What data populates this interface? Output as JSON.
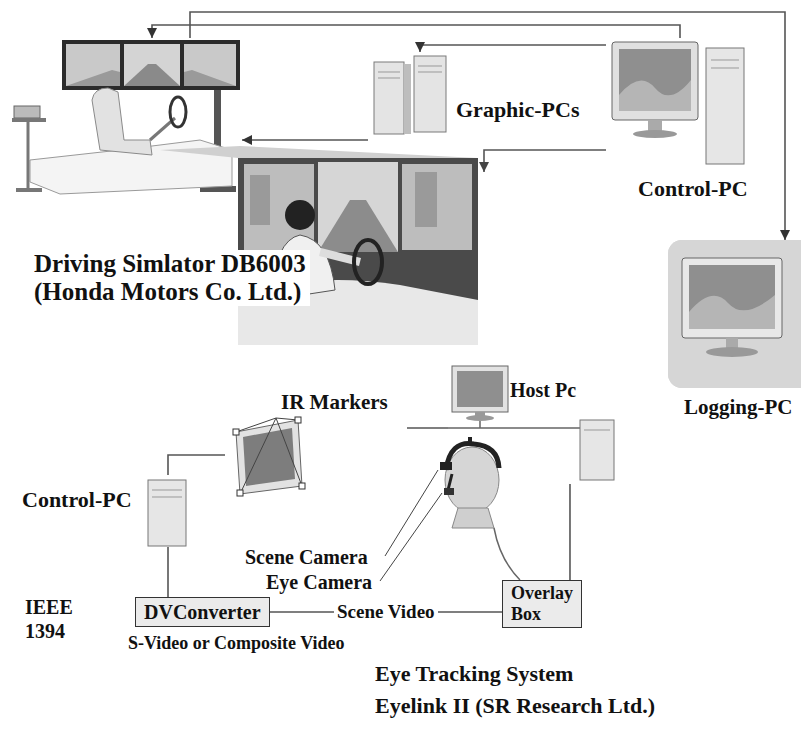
{
  "diagram": {
    "nodes": [
      {
        "text": [
          "Driving Simlator DB6003 (Honda Motors Co. Ltd.)"
        ]
      },
      {
        "text": [
          "Graphic-PCs"
        ]
      },
      {
        "text": [
          "Control-PC"
        ]
      },
      {
        "text": [
          "Logging-PC"
        ]
      },
      {
        "text": [
          "IR Markers"
        ]
      },
      {
        "text": [
          "Host Pc"
        ]
      },
      {
        "text": [
          "Control-PC"
        ]
      },
      {
        "text": [
          "DVConverter"
        ]
      },
      {
        "text": [
          "Overlay Box"
        ]
      }
    ],
    "edges": [
      {
        "from": 2,
        "to": 1,
        "arrow": "to"
      },
      {
        "from": 1,
        "to": 0,
        "arrow": "to"
      },
      {
        "from": 2,
        "to": 0,
        "arrow": "to"
      },
      {
        "from": 0,
        "to": 3,
        "arrow": "to"
      },
      {
        "from": 6,
        "to": 4,
        "arrow": "none"
      },
      {
        "from": 4,
        "to": 5,
        "arrow": "none"
      },
      {
        "from": 5,
        "to": 8,
        "arrow": "none"
      },
      {
        "from": 6,
        "to": 7,
        "arrow": "none"
      },
      {
        "from": 7,
        "to": 8,
        "arrow": "none",
        "label": "Scene Video"
      }
    ],
    "labels": [
      "Scene Camera",
      "Eye Camera",
      "IEEE 1394",
      "S-Video or Composite Video",
      "Eye Tracking System Eyelink II (SR Research Ltd.)"
    ]
  }
}
